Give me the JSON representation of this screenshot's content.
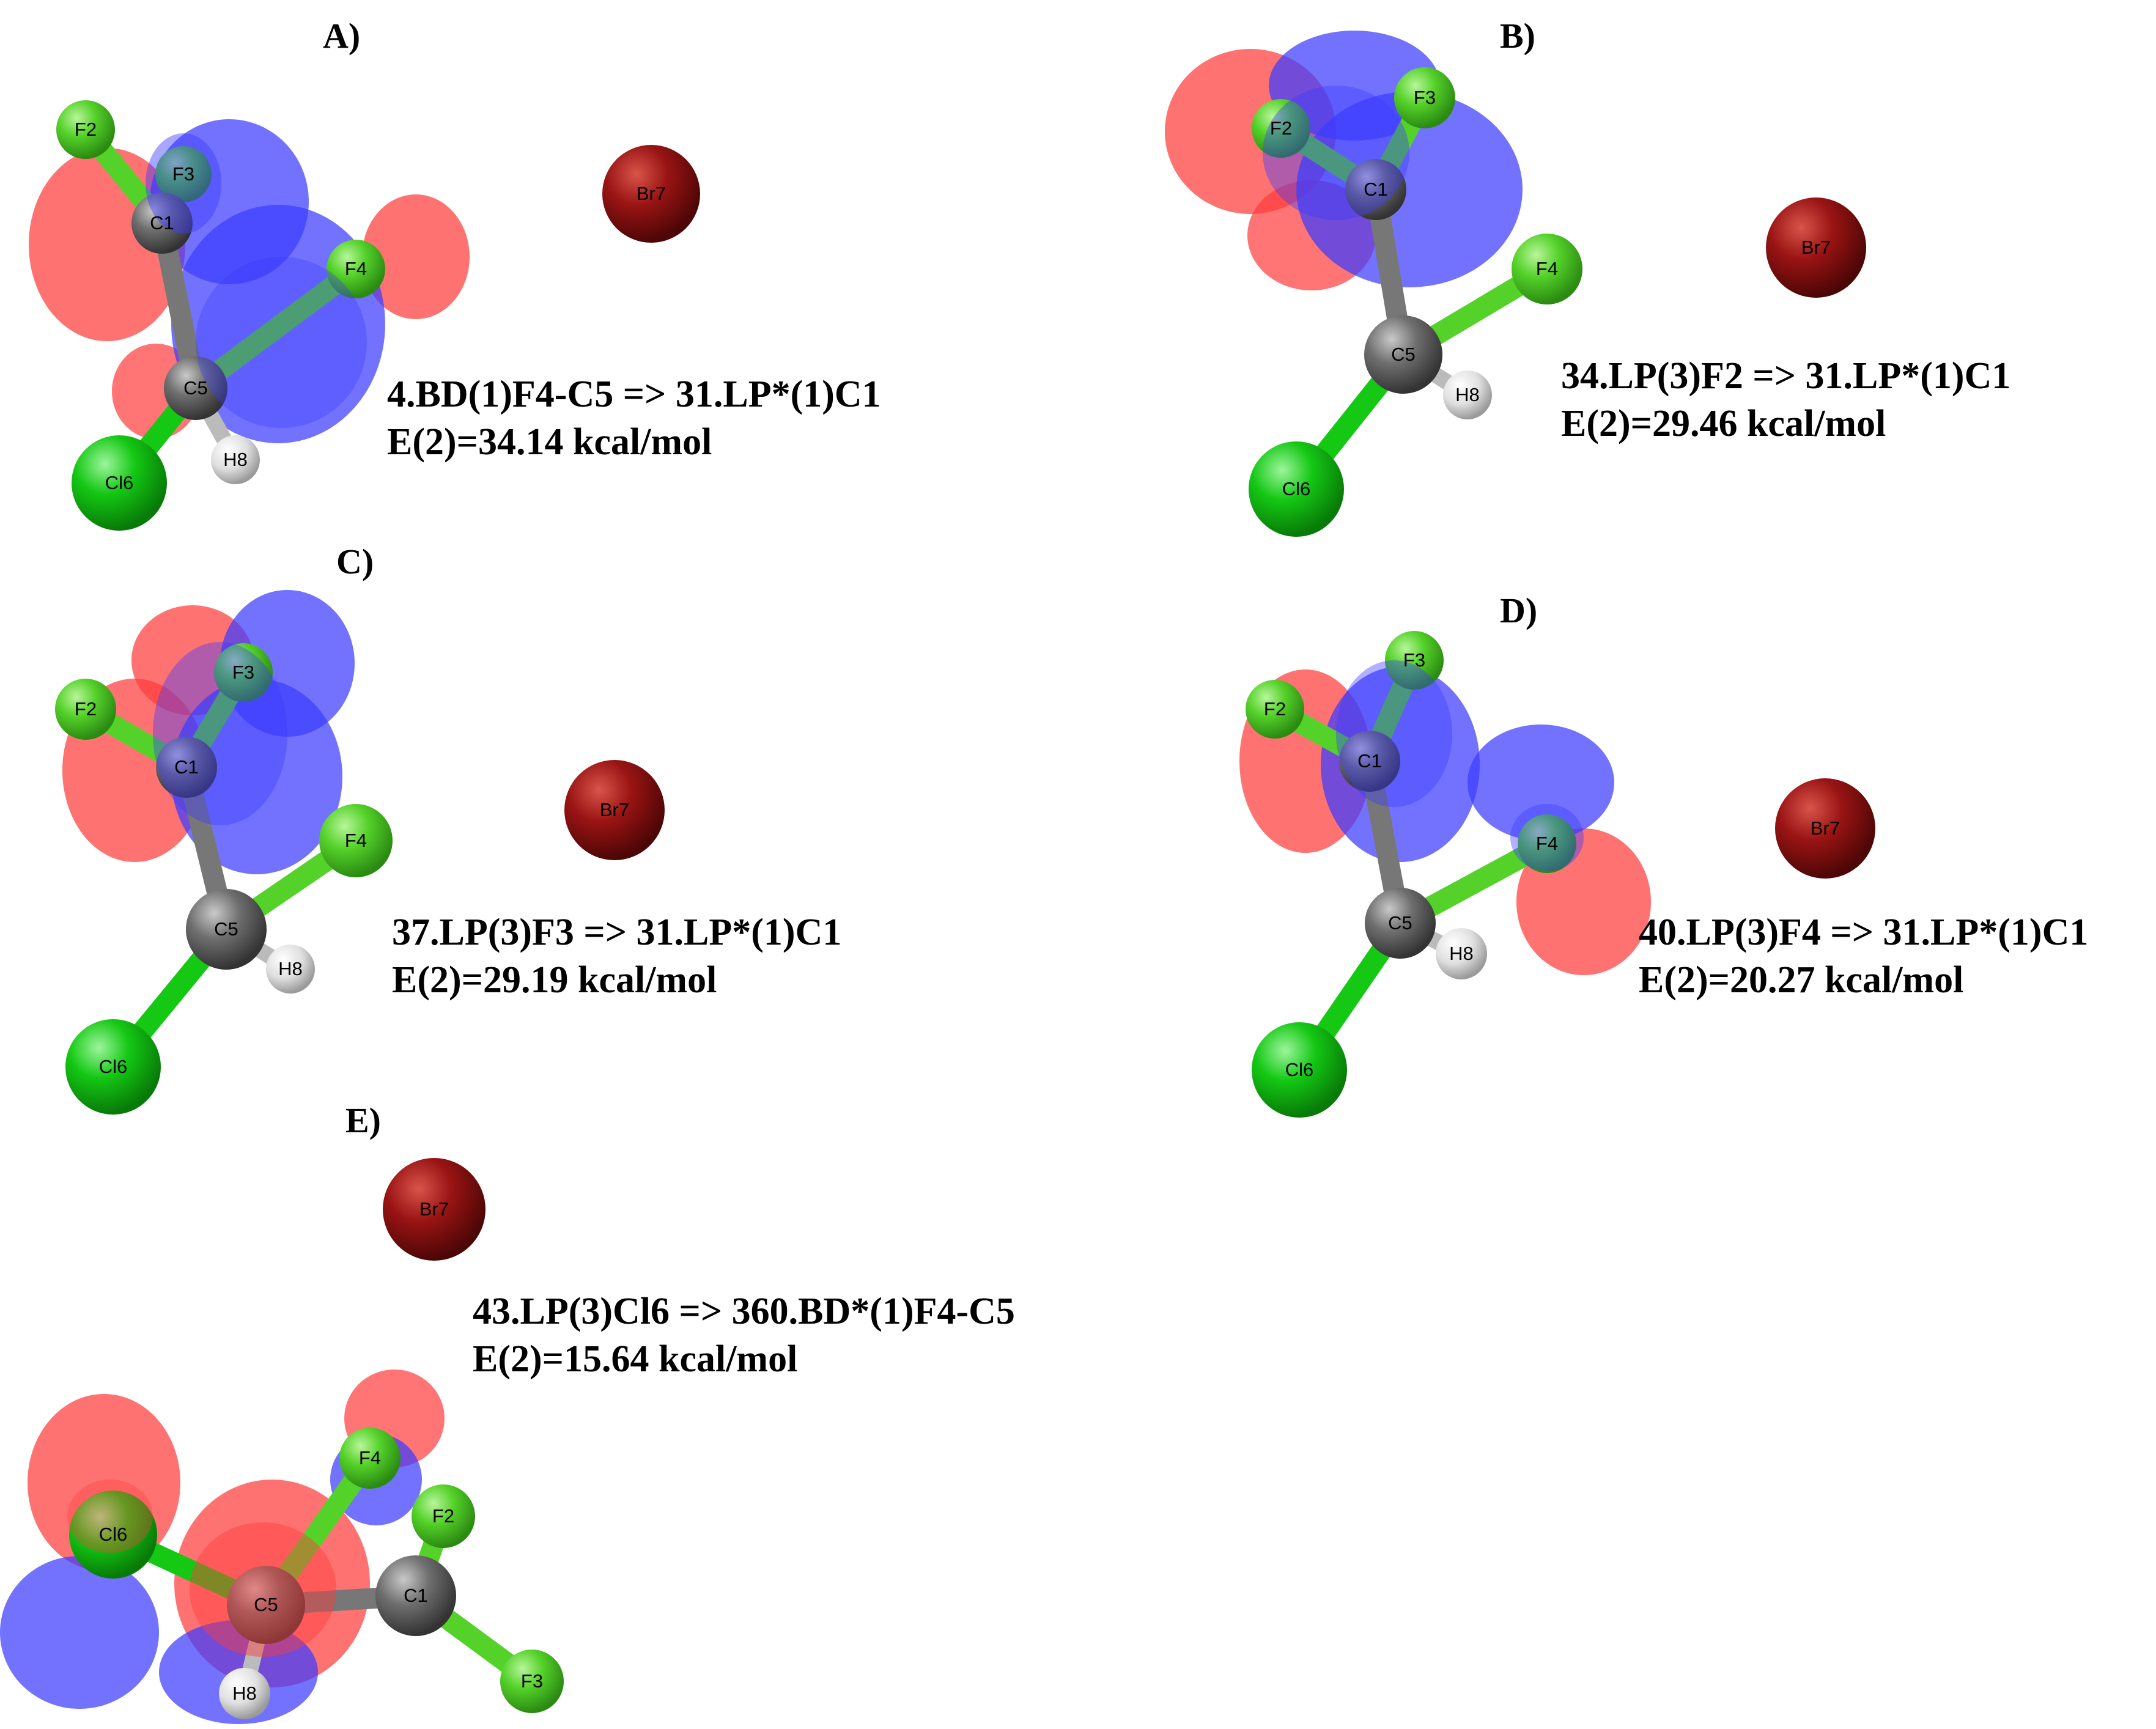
{
  "colors": {
    "orbital_positive": "#ff3b3b",
    "orbital_negative": "#3b3bff",
    "fluorine": "#55d22a",
    "chlorine": "#14c814",
    "carbon": "#6f6f6f",
    "hydrogen": "#e8e8e8",
    "bromine": "#8b0f0f",
    "bond_gray": "#777777"
  },
  "panels": [
    {
      "label": "A)",
      "interaction": "4.BD(1)F4-C5 => 31.LP*(1)C1",
      "energy": "E(2)=34.14 kcal/mol",
      "atoms": {
        "F2": "F2",
        "F3": "F3",
        "F4": "F4",
        "C1": "C1",
        "C5": "C5",
        "Cl6": "Cl6",
        "H8": "H8",
        "Br7": "Br7"
      }
    },
    {
      "label": "B)",
      "interaction": "34.LP(3)F2 => 31.LP*(1)C1",
      "energy": "E(2)=29.46 kcal/mol",
      "atoms": {
        "F2": "F2",
        "F3": "F3",
        "F4": "F4",
        "C1": "C1",
        "C5": "C5",
        "Cl6": "Cl6",
        "H8": "H8",
        "Br7": "Br7"
      }
    },
    {
      "label": "C)",
      "interaction": "37.LP(3)F3 => 31.LP*(1)C1",
      "energy": "E(2)=29.19 kcal/mol",
      "atoms": {
        "F2": "F2",
        "F3": "F3",
        "F4": "F4",
        "C1": "C1",
        "C5": "C5",
        "Cl6": "Cl6",
        "H8": "H8",
        "Br7": "Br7"
      }
    },
    {
      "label": "D)",
      "interaction": "40.LP(3)F4 => 31.LP*(1)C1",
      "energy": "E(2)=20.27 kcal/mol",
      "atoms": {
        "F2": "F2",
        "F3": "F3",
        "F4": "F4",
        "C1": "C1",
        "C5": "C5",
        "Cl6": "Cl6",
        "H8": "H8",
        "Br7": "Br7"
      }
    },
    {
      "label": "E)",
      "interaction": "43.LP(3)Cl6 => 360.BD*(1)F4-C5",
      "energy": "E(2)=15.64 kcal/mol",
      "atoms": {
        "F2": "F2",
        "F3": "F3",
        "F4": "F4",
        "C1": "C1",
        "C5": "C5",
        "Cl6": "Cl6",
        "H8": "H8",
        "Br7": "Br7"
      }
    }
  ]
}
